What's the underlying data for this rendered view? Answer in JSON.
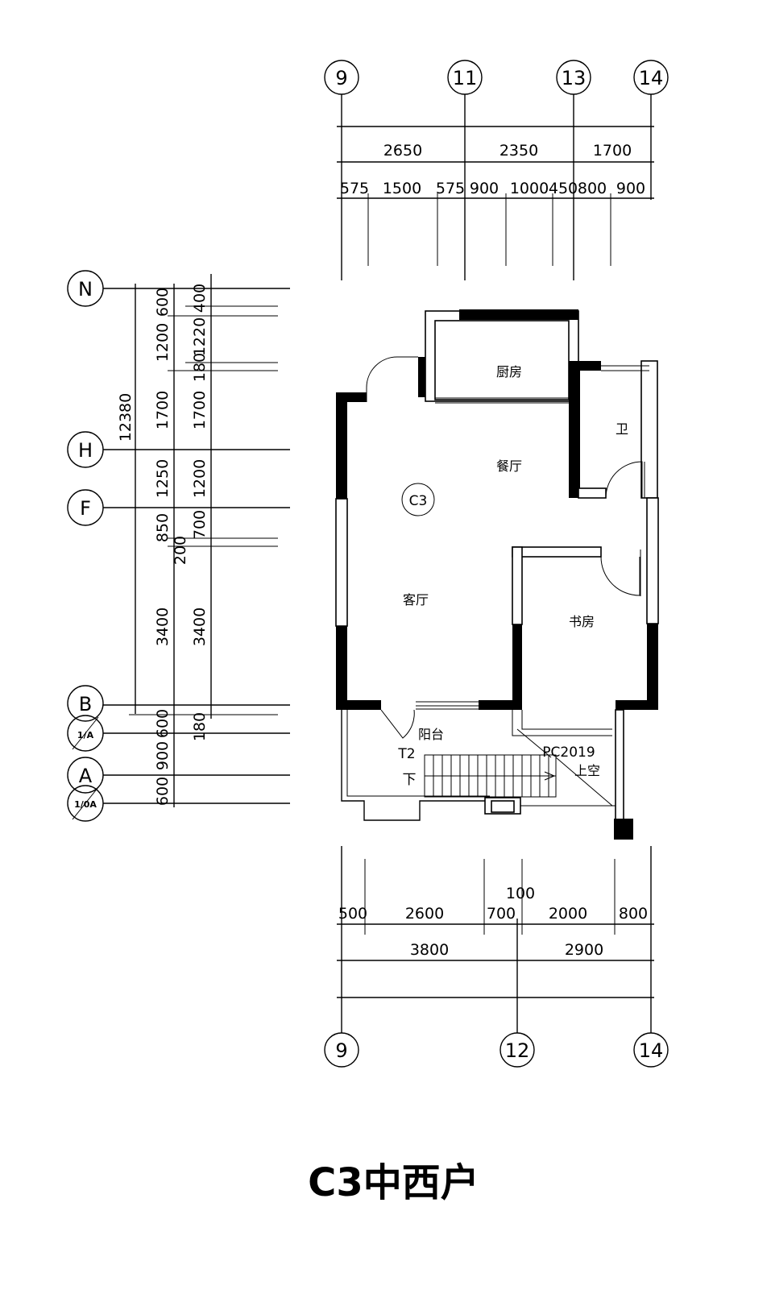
{
  "title": "C3中西户",
  "plan_label": "C3",
  "axes": {
    "top": [
      "9",
      "11",
      "13",
      "14"
    ],
    "bottom": [
      "9",
      "12",
      "14"
    ],
    "left": [
      "N",
      "H",
      "F",
      "B",
      "1/A",
      "A",
      "1/0A"
    ]
  },
  "dims": {
    "top_main": [
      "2650",
      "2350",
      "1700"
    ],
    "top_sub": [
      "575",
      "1500",
      "575",
      "900",
      "1000",
      "450",
      "800",
      "900"
    ],
    "bottom_sub": [
      "500",
      "2600",
      "700",
      "100",
      "2000",
      "800"
    ],
    "bottom_main": [
      "3800",
      "2900"
    ],
    "left_total": "12380",
    "left_col1": [
      "600",
      "1200",
      "1700",
      "1250",
      "850",
      "3400",
      "600",
      "900",
      "600"
    ],
    "left_col2": [
      "400",
      "1220",
      "180",
      "1700",
      "1200",
      "700",
      "200",
      "3400",
      "180"
    ]
  },
  "rooms": {
    "kitchen": "厨房",
    "dining": "餐厅",
    "bath": "卫",
    "living": "客厅",
    "study": "书房",
    "balcony": "阳台"
  },
  "stair": {
    "name": "T2",
    "down": "下",
    "window": "PC2019",
    "void": "上空"
  }
}
